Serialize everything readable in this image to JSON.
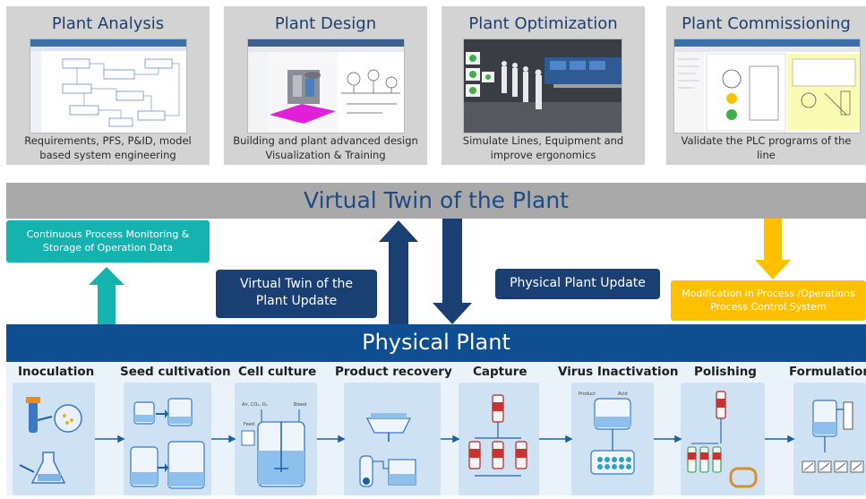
{
  "cards": [
    {
      "title": "Plant Analysis",
      "desc_line1": "Requirements,  PFS, P&ID, model",
      "desc_line2": "based system  engineering"
    },
    {
      "title": "Plant Design",
      "desc_line1": "Building and plant advanced design",
      "desc_line2": "Visualization & Training"
    },
    {
      "title": "Plant Optimization",
      "desc_line1": "Simulate Lines, Equipment and",
      "desc_line2": "improve ergonomics"
    },
    {
      "title": "Plant Commissioning",
      "desc_line1": "Validate the PLC programs of the",
      "desc_line2": "line"
    }
  ],
  "twin_bar": {
    "label": "Virtual Twin of the Plant"
  },
  "monitoring": {
    "line1": "Continuous Process Monitoring &",
    "line2": "Storage of Operation Data"
  },
  "twin_update": {
    "line1": "Virtual Twin of the",
    "line2": "Plant Update"
  },
  "physical_update": {
    "label": "Physical Plant Update"
  },
  "modification": {
    "line1": "Modification in Process /Operations",
    "line2": "Process Control System"
  },
  "plant_bar": {
    "label": "Physical Plant"
  },
  "stages": [
    {
      "title": "Inoculation"
    },
    {
      "title": "Seed cultivation"
    },
    {
      "title": "Cell culture"
    },
    {
      "title": "Product recovery"
    },
    {
      "title": "Capture"
    },
    {
      "title": "Virus Inactivation"
    },
    {
      "title": "Polishing"
    },
    {
      "title": "Formulation"
    }
  ],
  "colors": {
    "navy": "#1a3f73",
    "plant_blue": "#0e4e91",
    "teal": "#14b3b0",
    "yellow": "#ffc000",
    "twin_gray": "#a9a9a9",
    "card_gray": "#d3d3d3",
    "stage_blue": "#cfe2f3"
  }
}
